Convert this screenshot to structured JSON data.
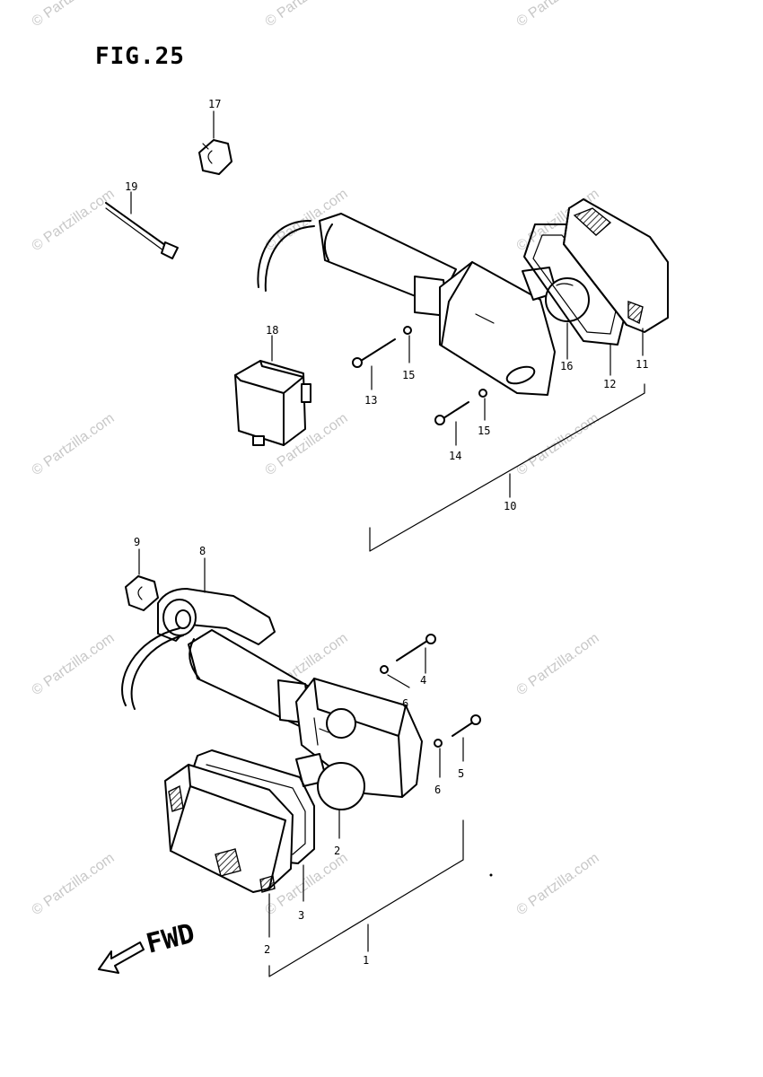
{
  "figure_title": "FIG.25",
  "fwd_label": "FWD",
  "watermark": "© Partzilla.com",
  "callouts": {
    "c1": "1",
    "c2a": "2",
    "c2b": "2",
    "c3": "3",
    "c4": "4",
    "c5": "5",
    "c6a": "6",
    "c6b": "6",
    "c8": "8",
    "c9": "9",
    "c10": "10",
    "c11": "11",
    "c12": "12",
    "c13": "13",
    "c14": "14",
    "c15a": "15",
    "c15b": "15",
    "c16": "16",
    "c17": "17",
    "c18": "18",
    "c19": "19"
  }
}
